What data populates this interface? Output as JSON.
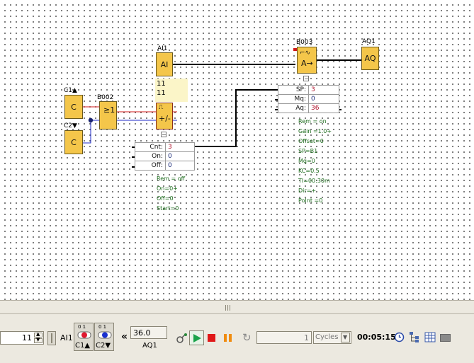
{
  "diagram": {
    "blocks": {
      "c1": {
        "label": "C1▲",
        "text": "C"
      },
      "c2": {
        "label": "C2▼",
        "text": "C"
      },
      "b002": {
        "label": "B002",
        "text": "≥1"
      },
      "ai1": {
        "label": "AI1",
        "text": "AI"
      },
      "counter": {
        "text": "+/-"
      },
      "b003": {
        "label": "B003",
        "text": "A→"
      },
      "aq1": {
        "label": "AQ1",
        "text": "AQ"
      }
    },
    "ai_labels": [
      "11",
      "11"
    ],
    "counter_params": {
      "rows": [
        {
          "key": "Cnt",
          "value": "3"
        },
        {
          "key": "On",
          "value": "0"
        },
        {
          "key": "Off",
          "value": "0"
        }
      ],
      "list": [
        "Rem = off",
        "On=0+",
        "Off=0",
        "Start=0"
      ]
    },
    "b003_params": {
      "rows": [
        {
          "key": "SP",
          "value": "3"
        },
        {
          "key": "Mq",
          "value": "0"
        },
        {
          "key": "Aq",
          "value": "36"
        }
      ],
      "list": [
        "Rem = on",
        "Gain =1.0+",
        "Offset=0",
        "SP=B1",
        "Mq=0",
        "KC=0.5",
        "TI=00:30m",
        "Dir=+",
        "PoInt =0"
      ]
    },
    "wire_colors": {
      "black": "#000000",
      "red": "#d01818",
      "blue": "#1c2ac8"
    }
  },
  "toolbar": {
    "spin_value": "11",
    "ai_label": "AI1",
    "c1": {
      "bits": "0 1",
      "label": "C1▲"
    },
    "c2": {
      "bits": "0 1",
      "label": "C2▼"
    },
    "chevron": "«",
    "aq_value": "36.0",
    "aq_label": "AQ1",
    "cycles_value": "1",
    "cycles_unit": "Cycles",
    "time": "00:05:15",
    "colors": {
      "play": "#1aa34a",
      "stop": "#e01818",
      "pause": "#f08c10"
    }
  }
}
